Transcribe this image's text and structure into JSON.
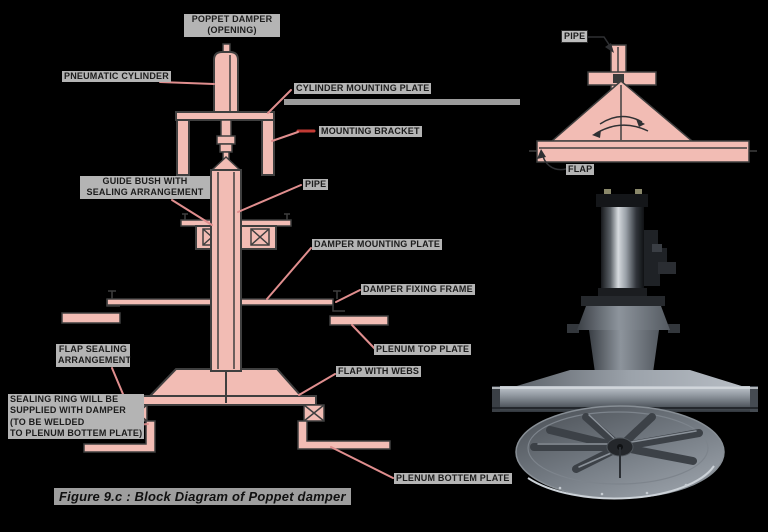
{
  "figure": {
    "caption": "Figure 9.c : Block Diagram of Poppet damper"
  },
  "labels": {
    "poppet_damper_opening": "POPPET DAMPER\n(OPENING)",
    "pneumatic_cylinder": "PNEUMATIC CYLINDER",
    "cylinder_mounting_plate": "CYLINDER MOUNTING PLATE",
    "mounting_bracket": "MOUNTING BRACKET",
    "guide_bush": "GUIDE BUSH WITH\nSEALING ARRANGEMENT",
    "pipe": "PIPE",
    "damper_mounting_plate": "DAMPER MOUNTING PLATE",
    "damper_fixing_frame": "DAMPER FIXING FRAME",
    "plenum_top_plate": "PLENUM TOP PLATE",
    "flap_with_webs": "FLAP WITH WEBS",
    "flap_sealing": "FLAP SEALING\nARRANGEMENT",
    "sealing_ring": "SEALING RING WILL BE\nSUPPLIED WITH DAMPER\n(TO BE WELDED\nTO PLENUM BOTTEM PLATE)",
    "plenum_bottom_plate": "PLENUM BOTTEM PLATE"
  },
  "schematic": {
    "pipe": "PIPE",
    "flap": "FLAP"
  },
  "colors": {
    "background": "#000000",
    "part_fill": "#f2bcb4",
    "outline": "#3f3f3f",
    "leader_line": "#e08e8e",
    "label_bg": "#b4b4b4",
    "label_text": "#1c1c1c"
  }
}
